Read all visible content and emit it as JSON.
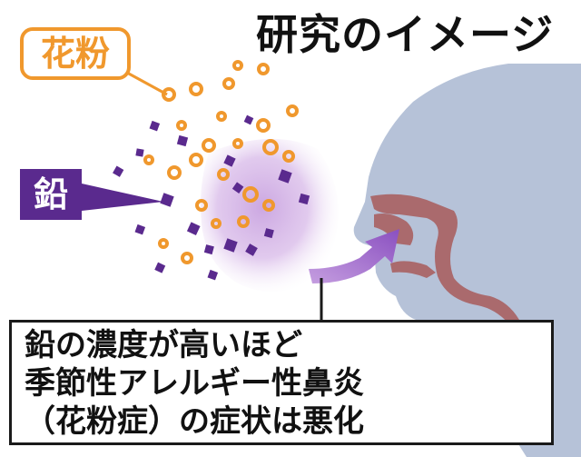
{
  "title": "研究のイメージ",
  "labels": {
    "pollen": "花粉",
    "lead": "鉛"
  },
  "caption": {
    "line1": "鉛の濃度が高いほど",
    "line2": "季節性アレルギー性鼻炎",
    "line3": "（花粉症）の症状は悪化"
  },
  "colors": {
    "pollen": "#f0982d",
    "lead": "#5a2a8e",
    "silhouette": "#b6c2d8",
    "airway": "#a85a5a",
    "cloud": "#b98ad0"
  },
  "icons": [
    "head-silhouette",
    "airway",
    "inhalation-arrow",
    "pollen-particle",
    "lead-particle"
  ]
}
